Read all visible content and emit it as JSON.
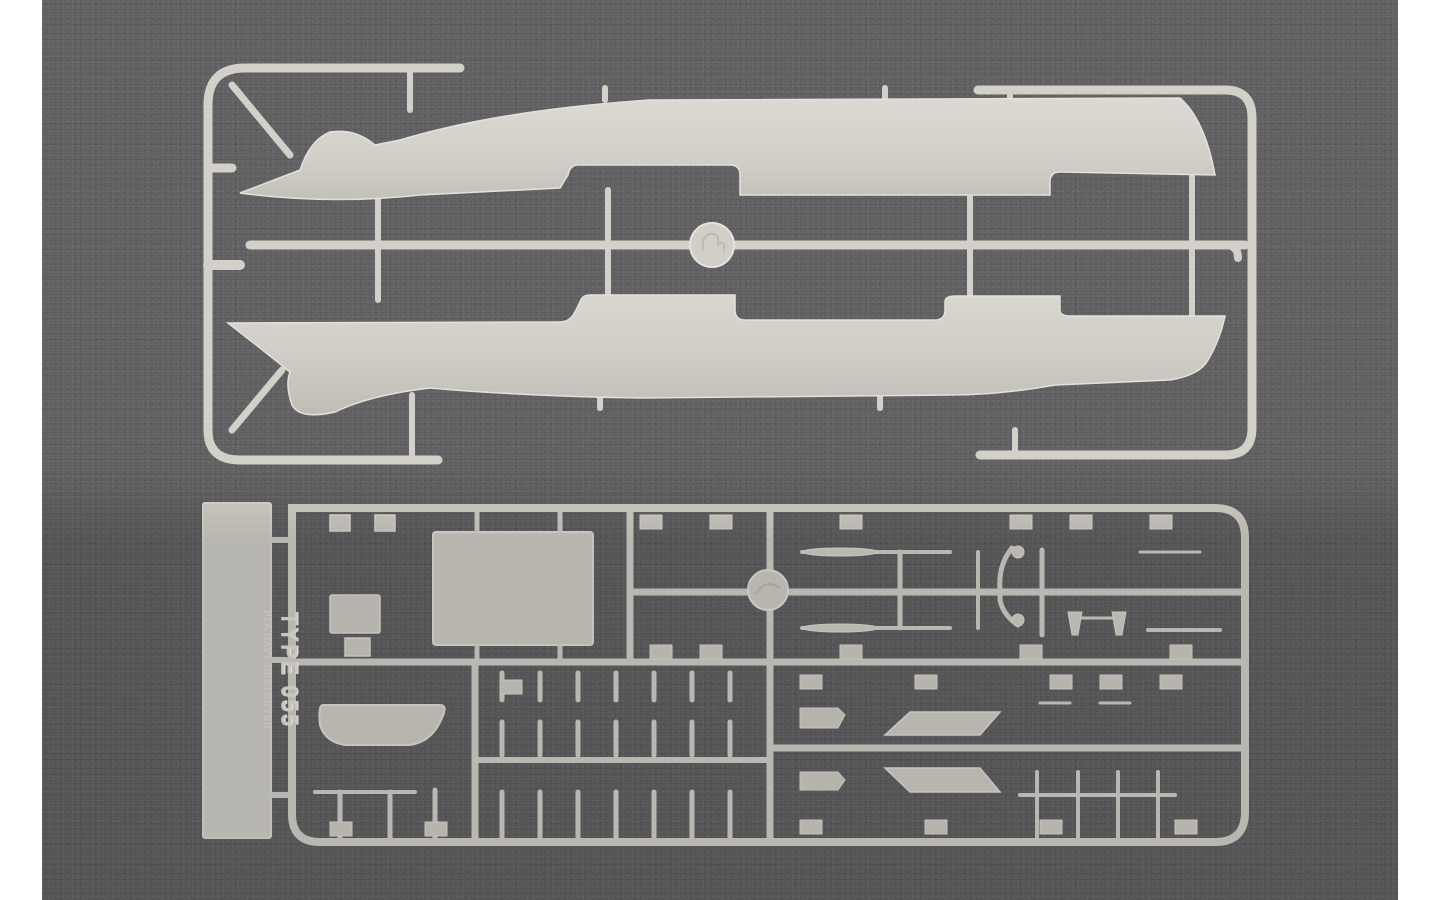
{
  "image": {
    "subject": "Plastic model kit sprues on dark grey textured surface",
    "background_color": "#5e5e60",
    "plastic_color": "#d6d3cc"
  },
  "upper_sprue": {
    "description": "Ship hull halves (port and starboard) attached to frame",
    "parts": [
      "hull-half-upper",
      "hull-half-lower"
    ],
    "center_emblem": "manufacturer-logo-disc"
  },
  "lower_sprue": {
    "tag": {
      "title": "TYPE 055",
      "subtitle": "PLA NAVY DESTROYER"
    },
    "center_emblem": "manufacturer-logo-disc",
    "part_groups": [
      "flat-panel",
      "rounded-deck-piece",
      "mast-parts",
      "small-fittings",
      "angled-plates",
      "railing-parts"
    ]
  }
}
